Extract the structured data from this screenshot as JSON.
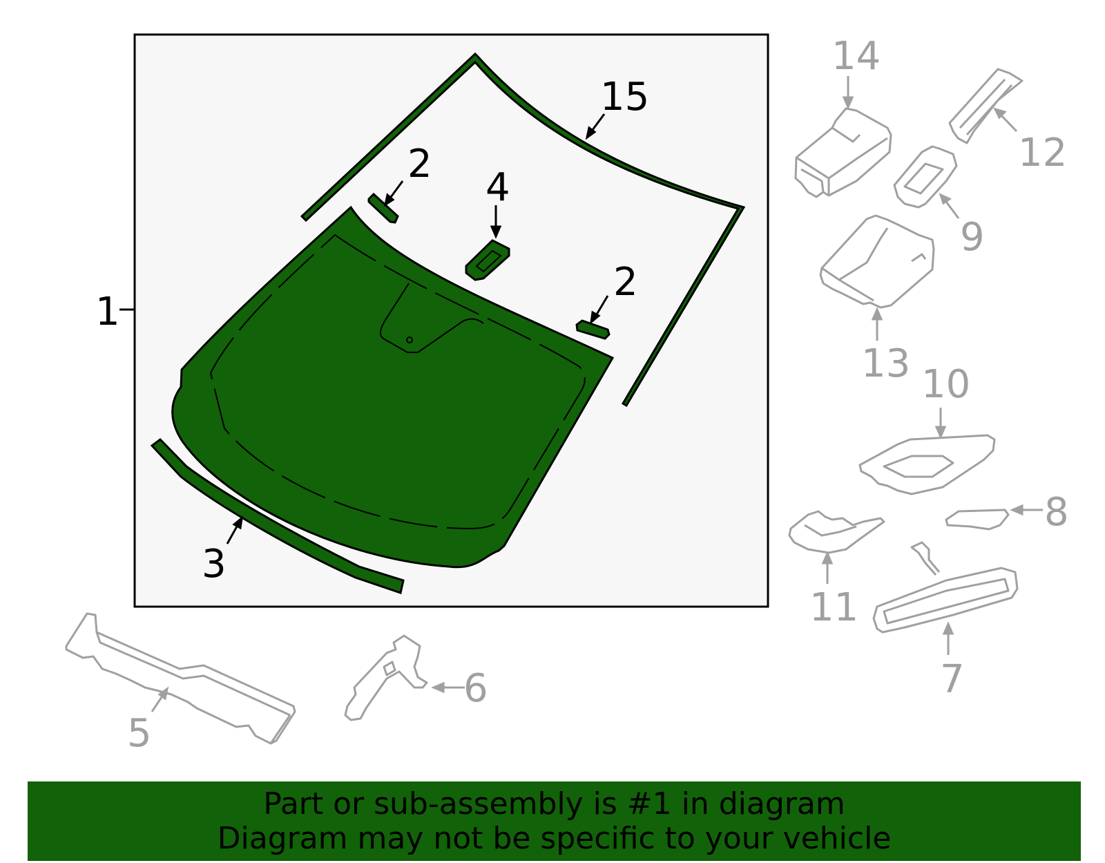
{
  "colors": {
    "highlight": "#126209",
    "frame_bg": "#f7f7f7",
    "outline": "#000000",
    "gray_part": "#a0a0a0",
    "banner_bg": "#126209"
  },
  "callouts": {
    "c1": "1",
    "c2a": "2",
    "c2b": "2",
    "c3": "3",
    "c4": "4",
    "c5": "5",
    "c6": "6",
    "c7": "7",
    "c8": "8",
    "c9": "9",
    "c10": "10",
    "c11": "11",
    "c12": "12",
    "c13": "13",
    "c14": "14",
    "c15": "15"
  },
  "banner": {
    "line1": "Part or sub-assembly is #1 in diagram",
    "line2": "Diagram may not be specific to your vehicle"
  }
}
